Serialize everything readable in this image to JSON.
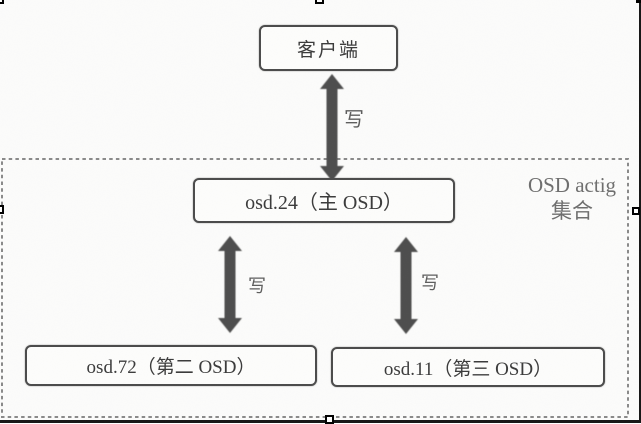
{
  "nodes": {
    "client": {
      "label": "客户端"
    },
    "primary": {
      "label": "osd.24（主 OSD）"
    },
    "second": {
      "label": "osd.72（第二 OSD）"
    },
    "third": {
      "label": "osd.11（第三 OSD）"
    }
  },
  "edges": {
    "client_primary": {
      "label": "写"
    },
    "primary_second": {
      "label": "写"
    },
    "primary_third": {
      "label": "写"
    }
  },
  "group": {
    "line1": "OSD actig",
    "line2": "集合"
  },
  "colors": {
    "ink": "#3b3b3b",
    "arrow": "#4d4d4d",
    "dash_border": "#8a8a8a",
    "frame": "#161616",
    "paper": "#fcfcfb"
  }
}
